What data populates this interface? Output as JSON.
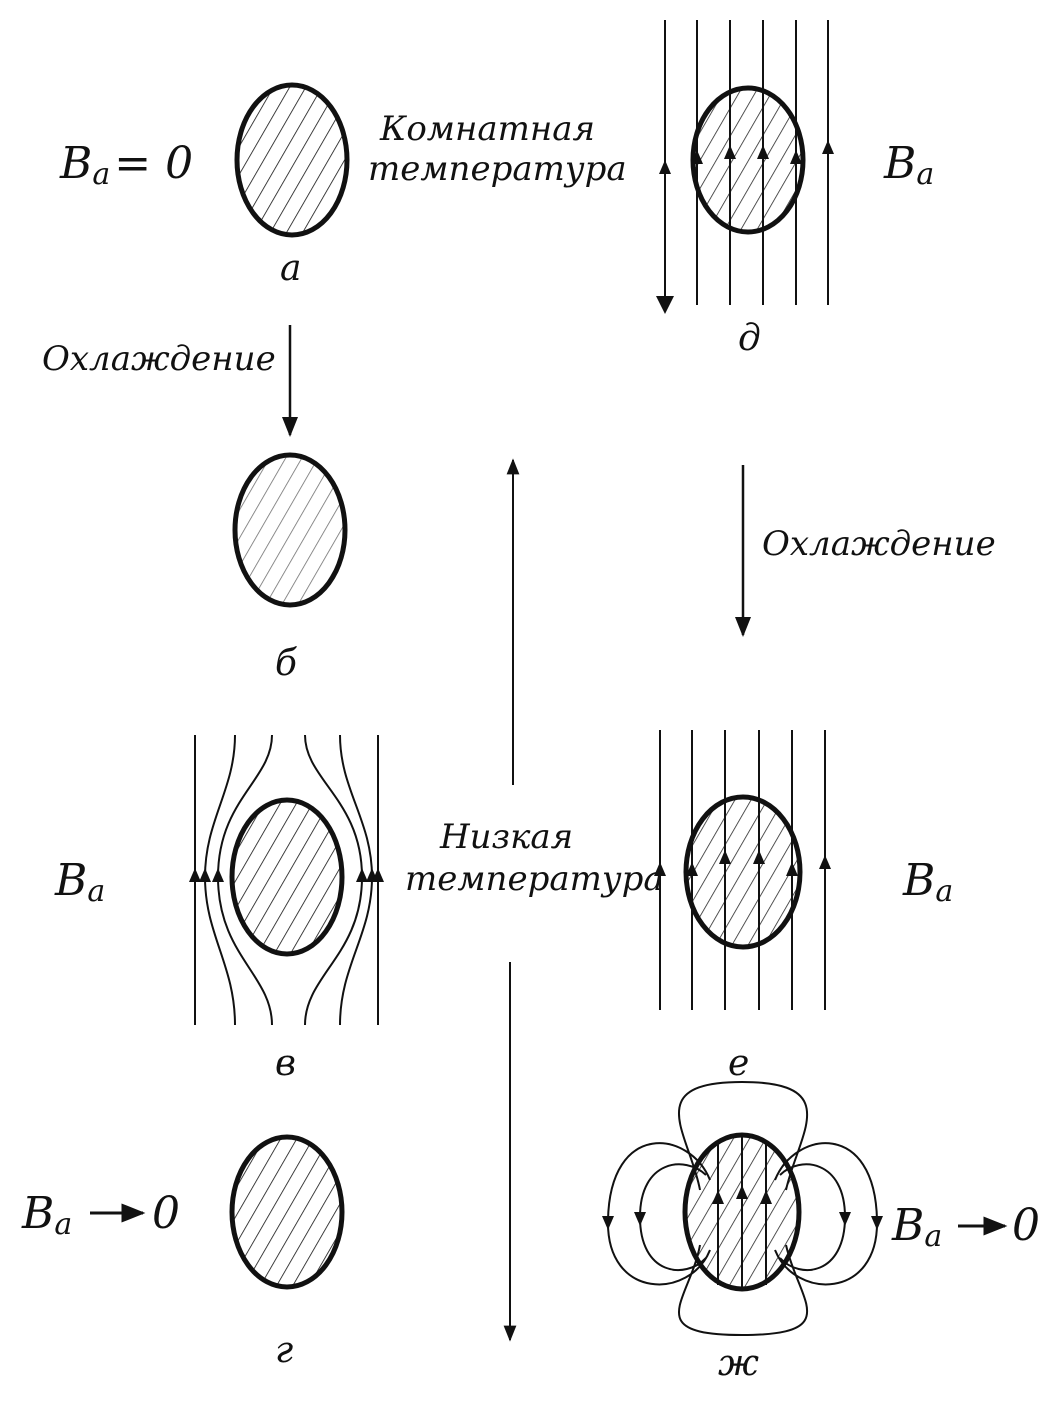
{
  "labels": {
    "room_temp_line1": "Комнатная",
    "room_temp_line2": "температура",
    "low_temp_line1": "Низкая",
    "low_temp_line2": "температура",
    "cooling_left": "Охлаждение",
    "cooling_right": "Охлаждение"
  },
  "fields": {
    "a_main": "B",
    "a_sub": "a",
    "a_rest": "= 0",
    "d_main": "B",
    "d_sub": "a",
    "v_main": "B",
    "v_sub": "a",
    "e_main": "B",
    "e_sub": "a",
    "g_main": "B",
    "g_sub": "a",
    "g_rest": "0",
    "zh_main": "B",
    "zh_sub": "a",
    "zh_rest": "0"
  },
  "panels": {
    "a": "а",
    "b": "б",
    "v": "в",
    "g": "г",
    "d": "д",
    "e": "е",
    "zh": "ж"
  },
  "colors": {
    "ink": "#111111",
    "background": "#ffffff"
  }
}
